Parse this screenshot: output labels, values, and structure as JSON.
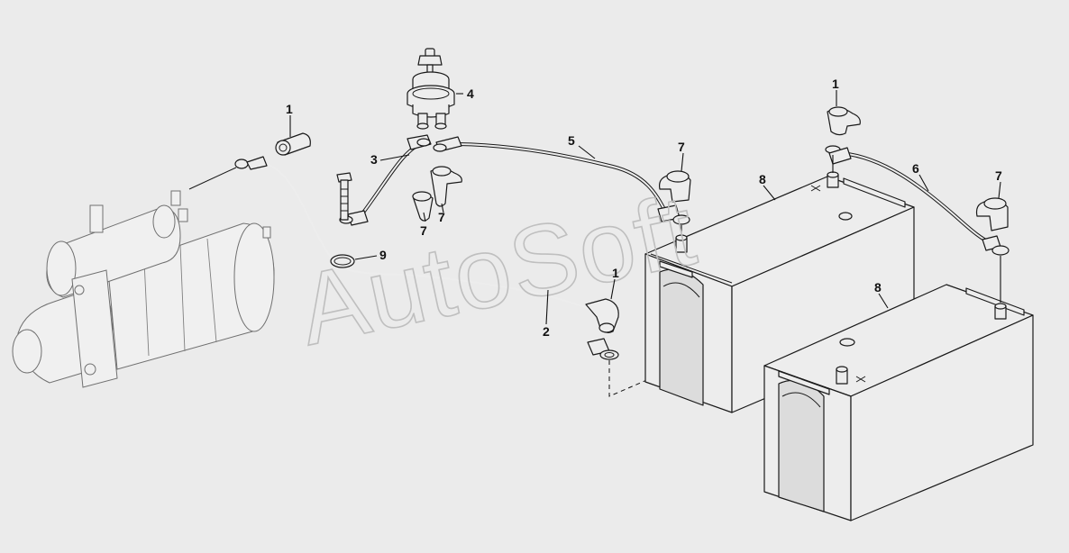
{
  "watermark": "AutoSoft",
  "callouts": {
    "c1a": "1",
    "c1b": "1",
    "c1c": "1",
    "c2": "2",
    "c3": "3",
    "c4": "4",
    "c5": "5",
    "c6": "6",
    "c7a": "7",
    "c7b": "7",
    "c7c": "7",
    "c7d": "7",
    "c8a": "8",
    "c8b": "8",
    "c9": "9"
  }
}
